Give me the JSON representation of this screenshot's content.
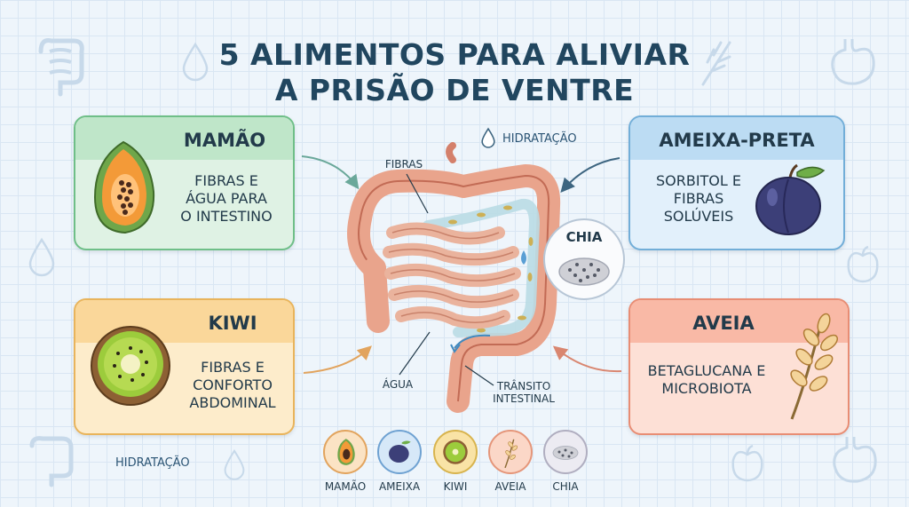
{
  "title_line1": "5 ALIMENTOS PARA ALIVIAR",
  "title_line2": "A PRISÃO DE VENTRE",
  "cards": {
    "mamao": {
      "title": "MAMÃO",
      "desc": [
        "FIBRAS E",
        "ÁGUA PARA",
        "O INTESTINO"
      ],
      "bg": "#dff2e4",
      "head": "#bfe6c9",
      "border": "#6fbf88"
    },
    "ameixa": {
      "title": "AMEIXA-PRETA",
      "desc": [
        "SORBITOL E",
        "FIBRAS",
        "SOLÚVEIS"
      ],
      "bg": "#e2f0fb",
      "head": "#bcdcf3",
      "border": "#72aed8"
    },
    "kiwi": {
      "title": "KIWI",
      "desc": [
        "FIBRAS E",
        "CONFORTO",
        "ABDOMINAL"
      ],
      "bg": "#fdeccb",
      "head": "#fad79a",
      "border": "#e9b45b"
    },
    "aveia": {
      "title": "AVEIA",
      "desc": [
        "BETAGLUCANA E",
        "MICROBIOTA"
      ],
      "bg": "#fde0d6",
      "head": "#f9b9a6",
      "border": "#e88d74"
    }
  },
  "center": {
    "fibras": "FIBRAS",
    "hidratacao_top": "HIDRATAÇÃO",
    "chia": "CHIA",
    "agua": "ÁGUA",
    "transito": [
      "TRÂNSITO",
      "INTESTINAL"
    ]
  },
  "hidratacao_bottom": "HIDRATAÇÃO",
  "bottom_items": [
    {
      "label": "MAMÃO",
      "bg": "#fbe3c4",
      "border": "#e2a45e"
    },
    {
      "label": "AMEIXA",
      "bg": "#d6e8f8",
      "border": "#6fa2d2"
    },
    {
      "label": "KIWI",
      "bg": "#f9e3a6",
      "border": "#d8b44e"
    },
    {
      "label": "AVEIA",
      "bg": "#fbd7c7",
      "border": "#e5967a"
    },
    {
      "label": "CHIA",
      "bg": "#ecebf2",
      "border": "#b0aec0"
    }
  ]
}
